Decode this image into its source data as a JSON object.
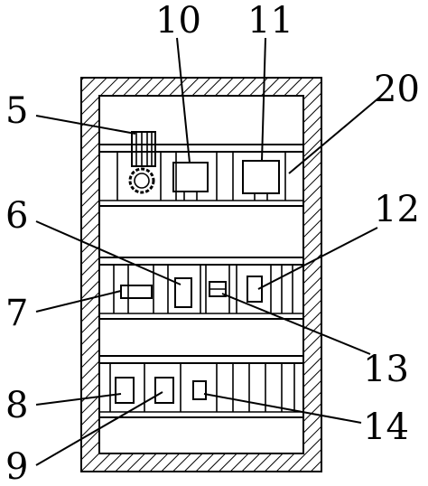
{
  "diagram": {
    "callouts": {
      "c5": "5",
      "c6": "6",
      "c7": "7",
      "c8": "8",
      "c9": "9",
      "c10": "10",
      "c11": "11",
      "c12": "12",
      "c13": "13",
      "c14": "14",
      "c20": "20"
    }
  }
}
